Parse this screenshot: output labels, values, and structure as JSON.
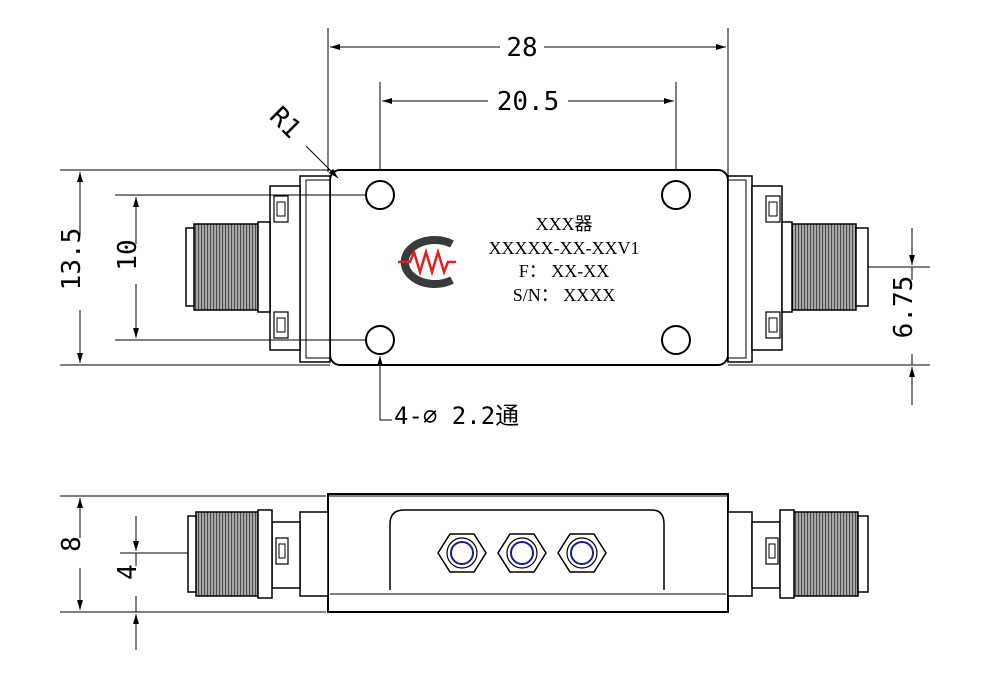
{
  "drawing": {
    "dimensions": {
      "overall_length": "28",
      "hole_spacing_horizontal": "20.5",
      "overall_height": "13.5",
      "hole_spacing_vertical": "10",
      "connector_center_height": "6.75",
      "corner_radius": "R1",
      "side_height": "8",
      "side_connector_height": "4"
    },
    "hole_callout": "4-⌀ 2.2通",
    "label": {
      "line1": "XXX器",
      "line2": "XXXXX-XX-XXV1",
      "line3": "F： XX-XX",
      "line4": "S/N： XXXX"
    },
    "logo": {
      "name": "mw-logo",
      "color_ring": "#3a3a3a",
      "color_wave": "#e02020"
    },
    "colors": {
      "line": "#000000",
      "port_ring": "#1a1aa0"
    }
  }
}
